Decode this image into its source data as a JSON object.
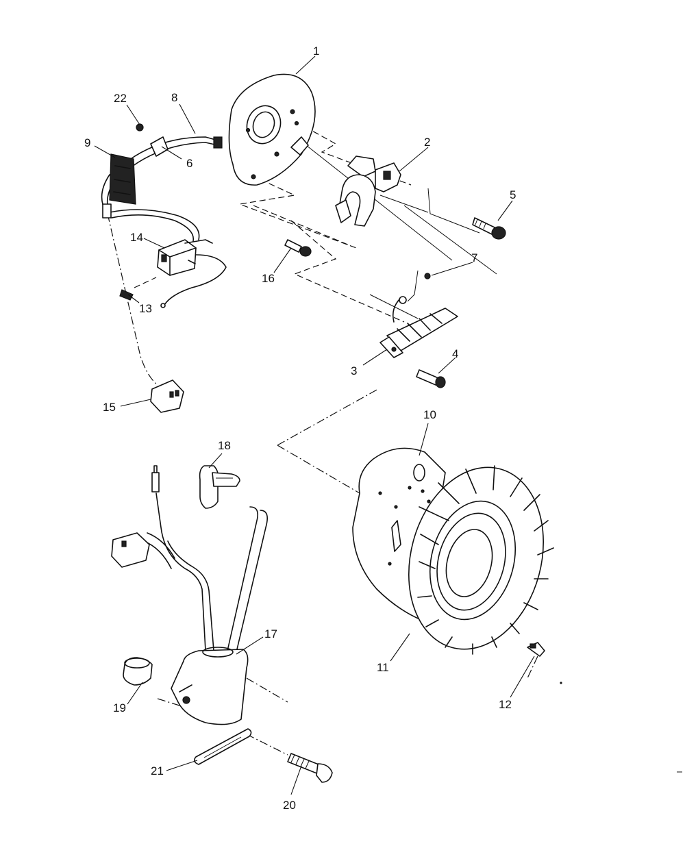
{
  "callouts": [
    {
      "n": "1"
    },
    {
      "n": "2"
    },
    {
      "n": "3"
    },
    {
      "n": "4"
    },
    {
      "n": "5"
    },
    {
      "n": "6"
    },
    {
      "n": "7"
    },
    {
      "n": "8"
    },
    {
      "n": "9"
    },
    {
      "n": "10"
    },
    {
      "n": "11"
    },
    {
      "n": "12"
    },
    {
      "n": "13"
    },
    {
      "n": "14"
    },
    {
      "n": "15"
    },
    {
      "n": "16"
    },
    {
      "n": "17"
    },
    {
      "n": "18"
    },
    {
      "n": "19"
    },
    {
      "n": "20"
    },
    {
      "n": "21"
    },
    {
      "n": "22"
    }
  ]
}
